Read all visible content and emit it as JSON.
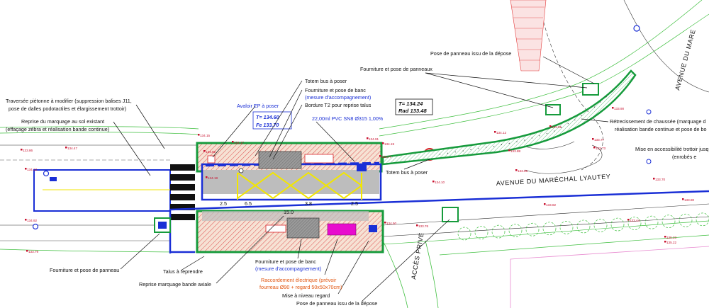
{
  "colors": {
    "kerb_green": "#169b3c",
    "limit_blue": "#1a2fd6",
    "hatch_red": "#d8262b",
    "zebra_yellow": "#f2e600",
    "paving_grey": "#bdbdbd",
    "shelter_dark": "#8f8f8f",
    "electric_magenta": "#e80cce",
    "green_line": "#3fbf3f",
    "text_black": "#111111",
    "text_orange": "#e2550f"
  },
  "streets": {
    "main_avenue": "AVENUE DU MARÉCHAL LYAUTEY",
    "side_avenue": "AVENUE DU MARE",
    "private_access": "ACCÈS PRIVÉ"
  },
  "annotations": {
    "crossing": [
      "Traversée piétonne à modifier (suppression balises J11,",
      "pose de dalles podotactiles et élargissement trottoir)"
    ],
    "marking_resume": [
      "Reprise du marquage au sol existant",
      "(effaçage zébra et réalisation bande continue)"
    ],
    "avaloir": "Avaloir EP à poser",
    "totem_top": "Totem bus à poser",
    "bench_top": "Fourniture et pose de banc",
    "bench_top_sub": "(mesure d'accompagnement)",
    "border_t2": "Bordure T2 pour reprise talus",
    "pvc": "22,00ml PVC SN8 Ø315 1,00%",
    "panels_top": "Fourniture et pose de panneaux",
    "panel_depose_top": "Pose de panneau issu de la dépose",
    "narrowing": [
      "Rétrecissement de chaussée (marquage d",
      "réalisation bande continue et pose de bo"
    ],
    "accessibility": [
      "Mise en accessibilité trottoir jusq",
      "(enrobés e"
    ],
    "totem_right": "Totem bus à poser",
    "panel_left": "Fourniture et pose de panneau",
    "talus": "Talus à reprendre",
    "axial": "Reprise marquage bande axiale",
    "bench_bottom": "Fourniture et pose de banc",
    "bench_bottom_sub": "(mesure d'accompagnement)",
    "electric": [
      "Raccordement électrique (prévoir",
      "fourreau Ø90 + regard 50x50x70cm)"
    ],
    "regard": "Mise à niveau regard",
    "panel_depose_bottom": "Pose de panneau issu de la dépose"
  },
  "levels": {
    "T_left": "T= 134.60",
    "Fe_left": "Fe 133.70",
    "T_right": "T= 134.24",
    "Rad_right": "Rad 133.48"
  },
  "spot_levels": [
    "133.86",
    "134.47",
    "134.13",
    "134.15",
    "134.92",
    "133.79",
    "134.92",
    "134.91",
    "134.19",
    "133.77",
    "134.12",
    "133.95",
    "133.90",
    "133.77",
    "134.10",
    "133.70",
    "134.17",
    "133.76",
    "134.50",
    "133.44",
    "133.82",
    "133.73",
    "133.80",
    "135.23",
    "135.22",
    "133.91",
    "133.88",
    "134.18"
  ],
  "dimensions": [
    "2.5",
    "6.5",
    "3.8",
    "2.5",
    "15.0"
  ]
}
